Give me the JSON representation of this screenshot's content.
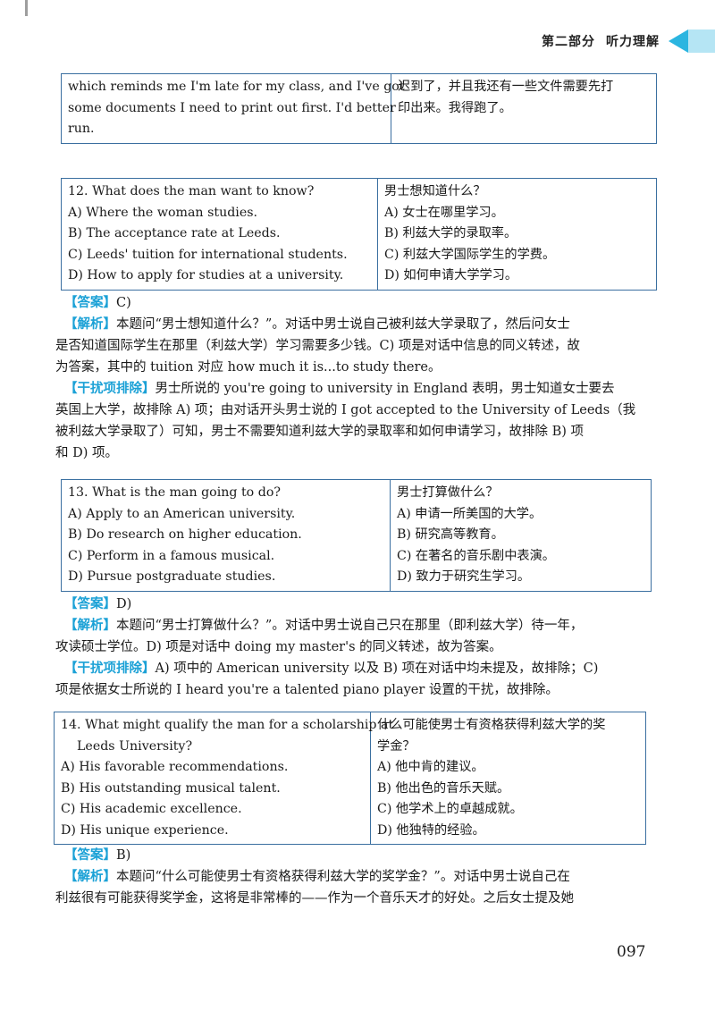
{
  "header": {
    "section": "第二部分",
    "title": "听力理解"
  },
  "table_top": {
    "en": [
      "which reminds me I'm late for my class, and I've got",
      "some documents I need to print out first. I'd better",
      "run."
    ],
    "zh": [
      "迟到了，并且我还有一些文件需要先打",
      "印出来。我得跑了。"
    ]
  },
  "q12": {
    "en": [
      "12. What does the man want to know?",
      "A) Where the woman studies.",
      "B) The acceptance rate at Leeds.",
      "C) Leeds' tuition for international students.",
      "D) How to apply for studies at a university."
    ],
    "zh": [
      "男士想知道什么？",
      "A) 女士在哪里学习。",
      "B) 利兹大学的录取率。",
      "C) 利兹大学国际学生的学费。",
      "D) 如何申请大学学习。"
    ]
  },
  "a12": {
    "answer_tag": "【答案】",
    "answer": "C)",
    "analysis_tag": "【解析】",
    "analysis": [
      "本题问“男士想知道什么？”。对话中男士说自己被利兹大学录取了，然后问女士",
      "是否知道国际学生在那里（利兹大学）学习需要多少钱。C) 项是对话中信息的同义转述，故",
      "为答案，其中的 tuition 对应 how much it is...to study there。"
    ],
    "distractor_tag": "【干扰项排除】",
    "distractor": [
      "男士所说的 you're going to university in England 表明，男士知道女士要去",
      "英国上大学，故排除 A) 项；由对话开头男士说的 I got accepted to the University of Leeds（我",
      "被利兹大学录取了）可知，男士不需要知道利兹大学的录取率和如何申请学习，故排除 B) 项",
      "和 D) 项。"
    ]
  },
  "q13": {
    "en": [
      "13. What is the man going to do?",
      "A) Apply to an American university.",
      "B) Do research on higher education.",
      "C) Perform in a famous musical.",
      "D) Pursue postgraduate studies."
    ],
    "zh": [
      "男士打算做什么？",
      "A) 申请一所美国的大学。",
      "B) 研究高等教育。",
      "C) 在著名的音乐剧中表演。",
      "D) 致力于研究生学习。"
    ]
  },
  "a13": {
    "answer_tag": "【答案】",
    "answer": "D)",
    "analysis_tag": "【解析】",
    "analysis": [
      "本题问“男士打算做什么？”。对话中男士说自己只在那里（即利兹大学）待一年，",
      "攻读硕士学位。D) 项是对话中 doing my master's 的同义转述，故为答案。"
    ],
    "distractor_tag": "【干扰项排除】",
    "distractor": [
      "A) 项中的 American university 以及 B) 项在对话中均未提及，故排除；C)",
      "项是依据女士所说的 I heard you're a talented piano player 设置的干扰，故排除。"
    ]
  },
  "q14": {
    "en": [
      "14. What might qualify the man for a scholarship at",
      "Leeds University?",
      "A) His favorable recommendations.",
      "B) His outstanding musical talent.",
      "C) His academic excellence.",
      "D) His unique experience."
    ],
    "zh": [
      "什么可能使男士有资格获得利兹大学的奖",
      "学金？",
      "A) 他中肯的建议。",
      "B) 他出色的音乐天赋。",
      "C) 他学术上的卓越成就。",
      "D) 他独特的经验。"
    ]
  },
  "a14": {
    "answer_tag": "【答案】",
    "answer": "B)",
    "analysis_tag": "【解析】",
    "analysis": [
      "本题问“什么可能使男士有资格获得利兹大学的奖学金？”。对话中男士说自己在",
      "利兹很有可能获得奖学金，这将是非常棒的——作为一个音乐天才的好处。之后女士提及她"
    ]
  },
  "page_number": "097"
}
